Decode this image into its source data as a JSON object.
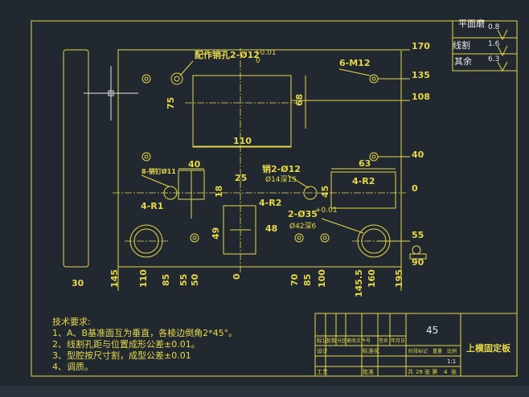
{
  "surface_finish": {
    "rows": [
      {
        "label": "平面磨",
        "value": "0.8"
      },
      {
        "label": "线割",
        "value": "1.6"
      },
      {
        "label": "其余",
        "value": "6.3"
      }
    ]
  },
  "right_dims": [
    "170",
    "135",
    "108",
    "40",
    "0",
    "55",
    "90"
  ],
  "bottom_dims": [
    "30",
    "145",
    "110",
    "85",
    "55",
    "50",
    "0",
    "70",
    "85",
    "100",
    "145.5",
    "160",
    "195"
  ],
  "inner_dims": {
    "d110": "110",
    "d68": "68",
    "d75": "75",
    "d40": "40",
    "d18": "18",
    "d63": "63",
    "d45": "45",
    "d25": "25",
    "d49": "49",
    "d48": "48"
  },
  "callouts": {
    "m12": "6-M12",
    "pin_hole": "配作销孔2-Ø12",
    "pin_tol_top": "+0.01",
    "pin_tol_bot": "0",
    "h8": "8-销钉Ø11",
    "pin2": "销2-Ø12",
    "pin2_sub": "Ø14深15",
    "r1": "4-R1",
    "r2a": "4-R2",
    "r2b": "4-R2",
    "d35": "2-Ø35",
    "d35_tol": "+0.01",
    "d35_sub": "Ø42深6"
  },
  "tech_notes": {
    "title": "技术要求:",
    "lines": [
      "1、A、B基准面互为垂直，各棱边倒角2*45°。",
      "2、线割孔距与位置成形公差±0.01。",
      "3、型腔按尺寸割，成型公差±0.01",
      "4、调质。"
    ]
  },
  "title_block": {
    "material": "45",
    "part_name": "上模固定板",
    "scale": "1:1",
    "sheets_total": "26",
    "sheet_no": "4",
    "row_labels": [
      "标记",
      "设计",
      "",
      "工艺"
    ],
    "mid_labels": [
      "处数",
      "分区",
      "更改文件号",
      "签名",
      "年月日"
    ],
    "std_label": "标准化",
    "approve_label": "批准",
    "stage_labels": [
      "阶段标记",
      "重量",
      "比例"
    ],
    "sheet_text": {
      "a": "共",
      "b": "张 第",
      "c": "张"
    }
  }
}
